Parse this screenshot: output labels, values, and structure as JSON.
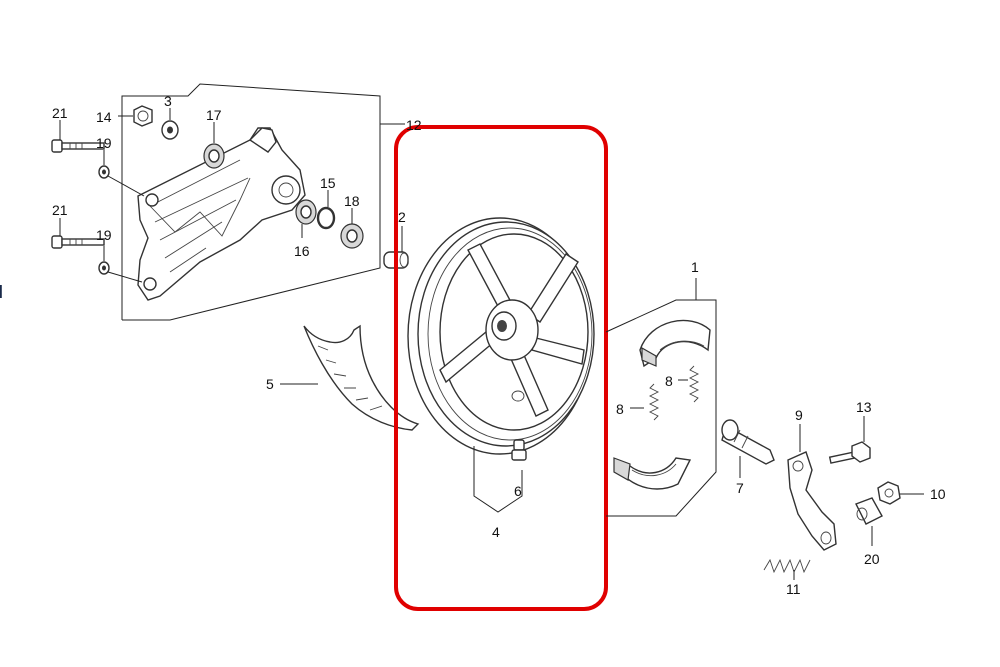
{
  "diagram": {
    "labels": {
      "wheel_assembly": "4",
      "valve": "6",
      "shoe_set": "1",
      "spring_a": "8",
      "spring_b": "8",
      "brake_cam": "7",
      "brake_arm": "9",
      "arm_bolt": "13",
      "nut_10": "10",
      "joint_pin": "20",
      "return_spring": "11",
      "swingarm_assembly": "12",
      "collar_2": "2",
      "bolt_21_top": "21",
      "bolt_21_bottom": "21",
      "washer_19_top": "19",
      "washer_19_bottom": "19",
      "nut_14": "14",
      "washer_3": "3",
      "bearing_17": "17",
      "seal_15": "15",
      "bearing_16": "16",
      "collar_18": "18",
      "mudguard_5": "5"
    },
    "edge_mark": "I",
    "highlight_color": "#e00000"
  }
}
